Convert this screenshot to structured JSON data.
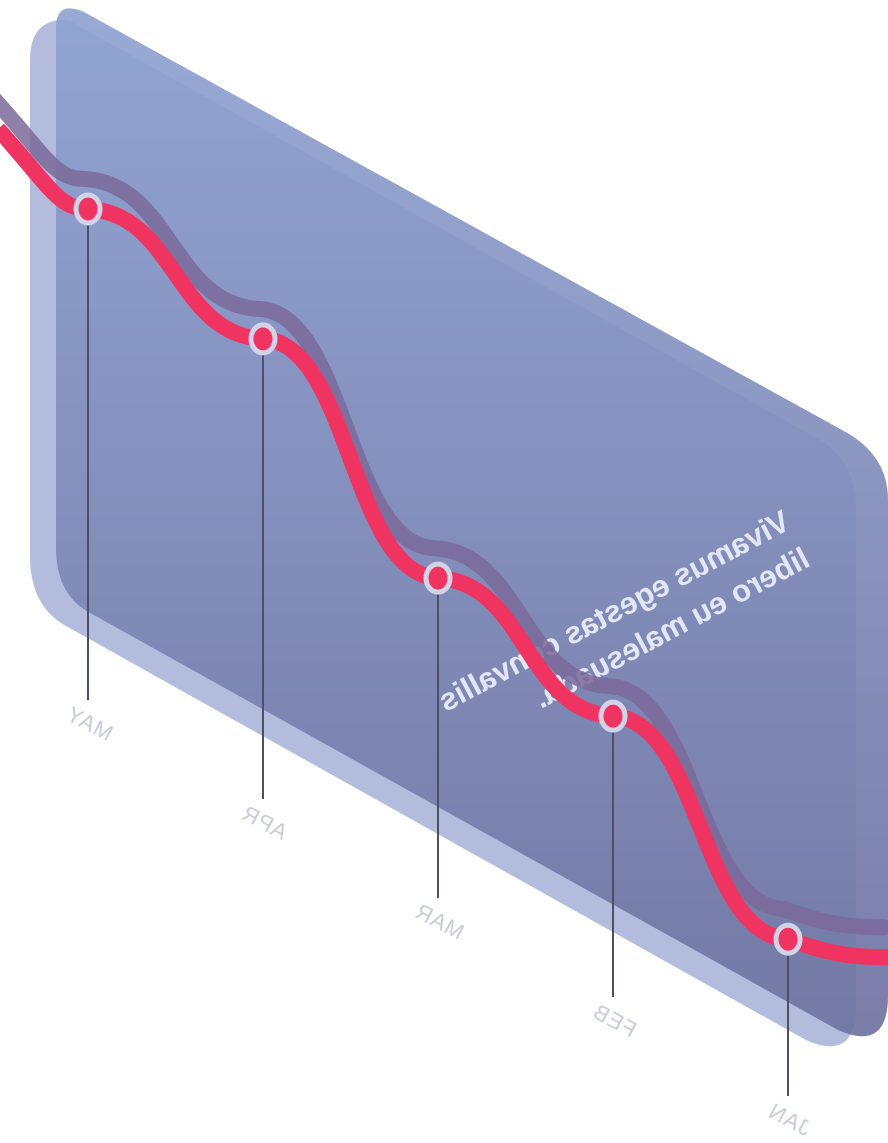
{
  "caption": {
    "line1": "Vivamus egestas convallis",
    "line2": "libero eu malesuada."
  },
  "colors": {
    "panel_back": "#b3bcdd",
    "panel_front_top": "#8fa2d1",
    "panel_front_bottom": "#6f73a0",
    "line": "#ef3461",
    "line_shadow": "#7a6a9a",
    "marker_ring": "#d2d3e8",
    "leader": "#4d4f66",
    "month_label": "#c8cbdc"
  },
  "chart_data": {
    "type": "line",
    "title": "",
    "xlabel": "",
    "ylabel": "",
    "categories": [
      "MAY",
      "APR",
      "MAR",
      "FEB",
      "JAN"
    ],
    "series": [
      {
        "values": [
          92,
          84,
          49,
          39,
          8
        ]
      }
    ],
    "ylim": [
      0,
      100
    ],
    "grid": false,
    "legend": "none"
  }
}
